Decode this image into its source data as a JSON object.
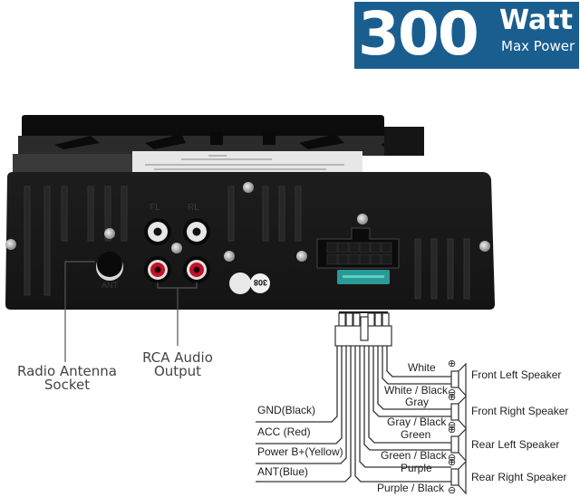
{
  "badge": {
    "number": "300",
    "unit": "Watt",
    "subtitle": "Max Power",
    "color": "#1a5e90"
  },
  "callouts": {
    "antenna": {
      "line1": "Radio Antenna",
      "line2": "Socket"
    },
    "rca": {
      "line1": "RCA Audio",
      "line2": "Output"
    }
  },
  "panel_labels": {
    "fl": "FL",
    "rl": "RL",
    "ant": "ANT",
    "sticker": "308"
  },
  "left_wires": [
    {
      "label": "GND(Black)"
    },
    {
      "label": "ACC (Red)"
    },
    {
      "label": "Power B+(Yellow)"
    },
    {
      "label": "ANT(Blue)"
    }
  ],
  "speakers": [
    {
      "name": "Front Left Speaker",
      "positive": "White",
      "negative": "White / Black"
    },
    {
      "name": "Front Right Speaker",
      "positive": "Gray",
      "negative": "Gray / Black"
    },
    {
      "name": "Rear Left Speaker",
      "positive": "Green",
      "negative": "Green / Black"
    },
    {
      "name": "Rear Right Speaker",
      "positive": "Purple",
      "negative": "Purple / Black"
    }
  ],
  "polarity": {
    "plus": "⊕",
    "minus": "⊖"
  }
}
